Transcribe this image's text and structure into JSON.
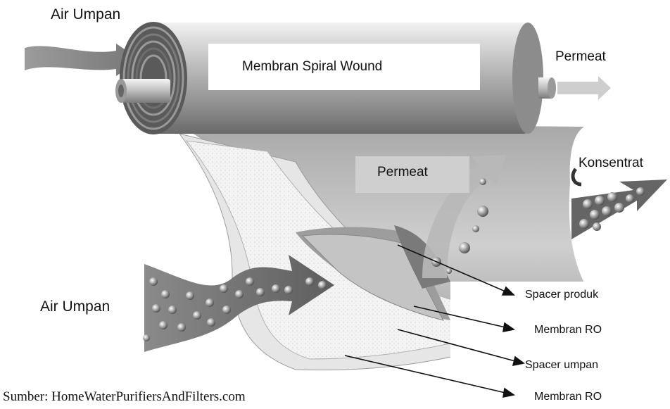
{
  "labels": {
    "feed_top": "Air Umpan",
    "membrane_title": "Membran Spiral Wound",
    "permeate_right": "Permeat",
    "permeate_center": "Permeat",
    "concentrate": "Konsentrat",
    "feed_left": "Air Umpan",
    "spacer_product": "Spacer produk",
    "membrane_ro_1": "Membran RO",
    "spacer_feed": "Spacer umpan",
    "membrane_ro_2": "Membran RO"
  },
  "source": "Sumber:  HomeWaterPurifiersAndFilters.com"
}
